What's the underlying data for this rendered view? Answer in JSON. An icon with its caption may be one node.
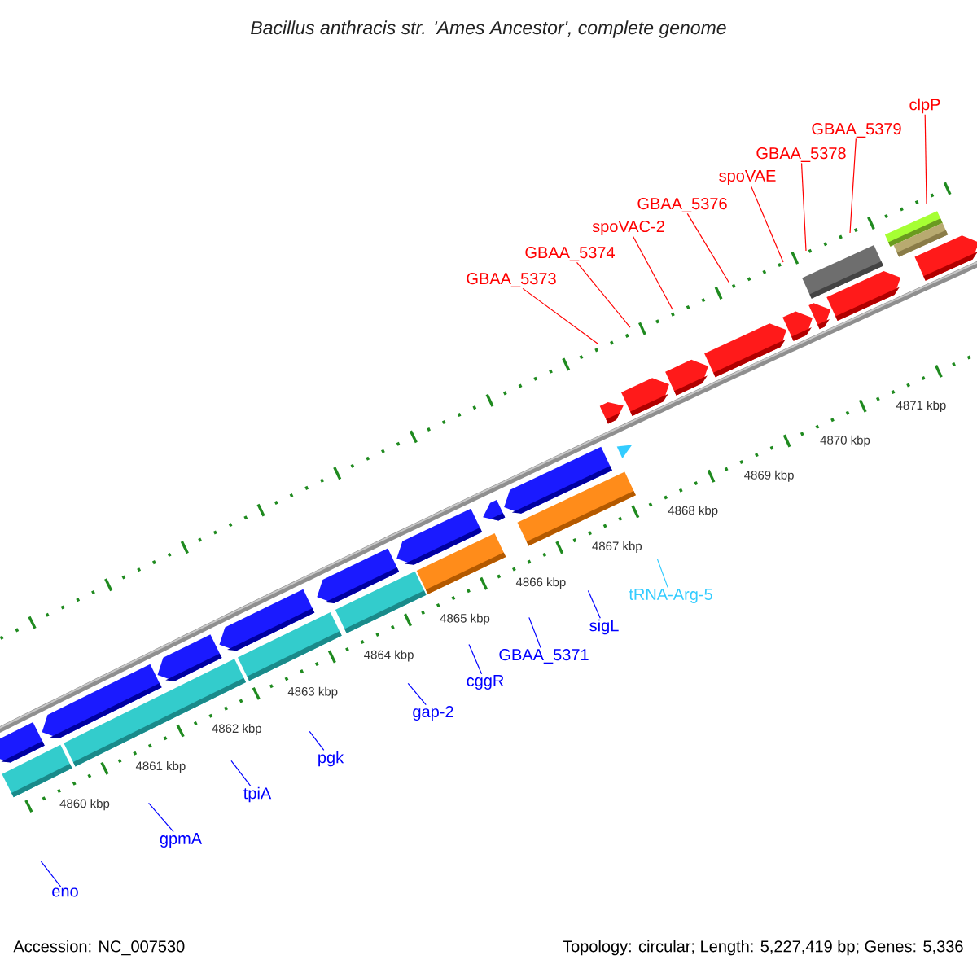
{
  "diagram": {
    "title": "Bacillus anthracis str. 'Ames Ancestor', complete genome",
    "nodes": [
      {
        "text": [
          "eno"
        ]
      },
      {
        "text": [
          "gpmA"
        ]
      },
      {
        "text": [
          "tpiA"
        ]
      },
      {
        "text": [
          "pgk"
        ]
      },
      {
        "text": [
          "gap-2"
        ]
      },
      {
        "text": [
          "cggR"
        ]
      },
      {
        "text": [
          "GBAA_5371"
        ]
      },
      {
        "text": [
          "sigL"
        ]
      },
      {
        "text": [
          "tRNA-Arg-5"
        ]
      },
      {
        "text": [
          "GBAA_5373"
        ]
      },
      {
        "text": [
          "GBAA_5374"
        ]
      },
      {
        "text": [
          "spoVAC-2"
        ]
      },
      {
        "text": [
          "GBAA_5376"
        ]
      },
      {
        "text": [
          "spoVAE"
        ]
      },
      {
        "text": [
          "GBAA_5378"
        ]
      },
      {
        "text": [
          "GBAA_5379"
        ]
      },
      {
        "text": [
          "clpP"
        ]
      }
    ],
    "edges": [
      {
        "from": 0,
        "to": null,
        "arrow": "none",
        "color": "#0000ff"
      },
      {
        "from": 1,
        "to": null,
        "arrow": "none",
        "color": "#0000ff"
      },
      {
        "from": 2,
        "to": null,
        "arrow": "none",
        "color": "#0000ff"
      },
      {
        "from": 3,
        "to": null,
        "arrow": "none",
        "color": "#0000ff"
      },
      {
        "from": 4,
        "to": null,
        "arrow": "none",
        "color": "#0000ff"
      },
      {
        "from": 5,
        "to": null,
        "arrow": "none",
        "color": "#0000ff"
      },
      {
        "from": 6,
        "to": null,
        "arrow": "none",
        "color": "#0000ff"
      },
      {
        "from": 7,
        "to": null,
        "arrow": "none",
        "color": "#0000ff"
      },
      {
        "from": 8,
        "to": null,
        "arrow": "none",
        "color": "#33ccff"
      },
      {
        "from": 9,
        "to": null,
        "arrow": "none",
        "color": "#ff0000"
      },
      {
        "from": 10,
        "to": null,
        "arrow": "none",
        "color": "#ff0000"
      },
      {
        "from": 11,
        "to": null,
        "arrow": "none",
        "color": "#ff0000"
      },
      {
        "from": 12,
        "to": null,
        "arrow": "none",
        "color": "#ff0000"
      },
      {
        "from": 13,
        "to": null,
        "arrow": "none",
        "color": "#ff0000"
      },
      {
        "from": 14,
        "to": null,
        "arrow": "none",
        "color": "#ff0000"
      },
      {
        "from": 15,
        "to": null,
        "arrow": "none",
        "color": "#ff0000"
      },
      {
        "from": 16,
        "to": null,
        "arrow": "none",
        "color": "#ff0000"
      }
    ],
    "labels": [
      "4860 kbp",
      "4861 kbp",
      "4862 kbp",
      "4863 kbp",
      "4864 kbp",
      "4865 kbp",
      "4866 kbp",
      "4867 kbp",
      "4868 kbp",
      "4869 kbp",
      "4870 kbp",
      "4871 kbp",
      "Accession: NC_007530",
      "Topology: circular; Length: 5,227,419 bp; Genes: 5,336"
    ]
  }
}
